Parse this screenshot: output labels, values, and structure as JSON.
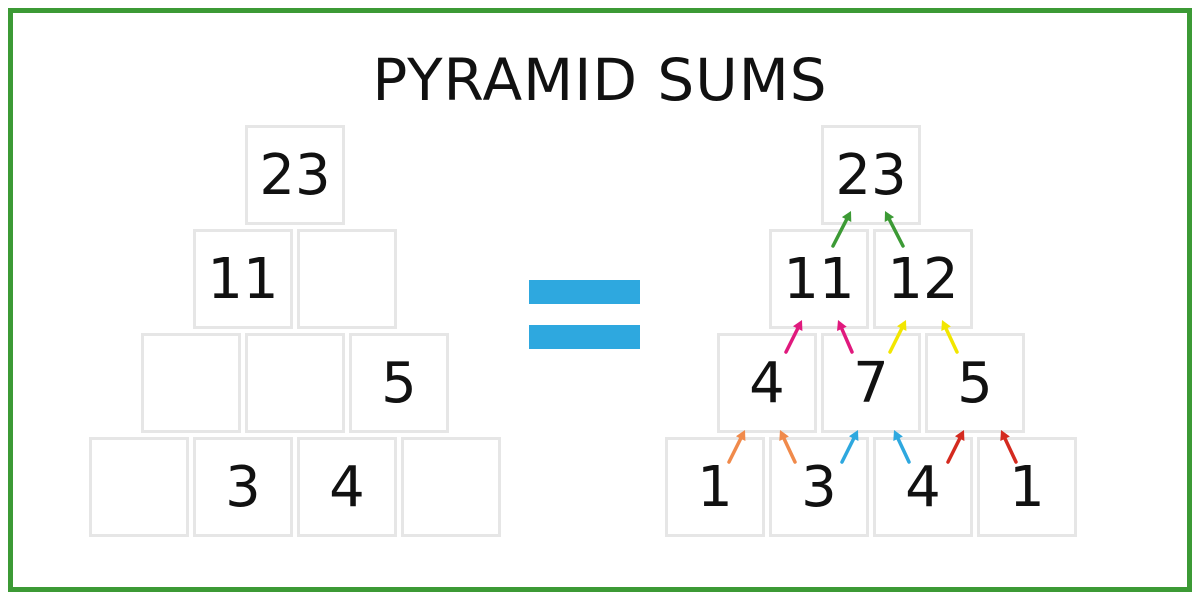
{
  "title": "PYRAMID SUMS",
  "colors": {
    "frame": "#3c9a35",
    "equals": "#2ea8df",
    "arrow_top": "#3c9a35",
    "arrow_pink": "#e0197d",
    "arrow_yellow": "#f2e600",
    "arrow_orange": "#f08a4b",
    "arrow_blue": "#2ea8df",
    "arrow_red": "#d42a1f"
  },
  "puzzle": {
    "rows": [
      [
        "23"
      ],
      [
        "11",
        ""
      ],
      [
        "",
        "",
        "5"
      ],
      [
        "",
        "3",
        "4",
        ""
      ]
    ]
  },
  "solution": {
    "rows": [
      [
        "23"
      ],
      [
        "11",
        "12"
      ],
      [
        "4",
        "7",
        "5"
      ],
      [
        "1",
        "3",
        "4",
        "1"
      ]
    ]
  }
}
